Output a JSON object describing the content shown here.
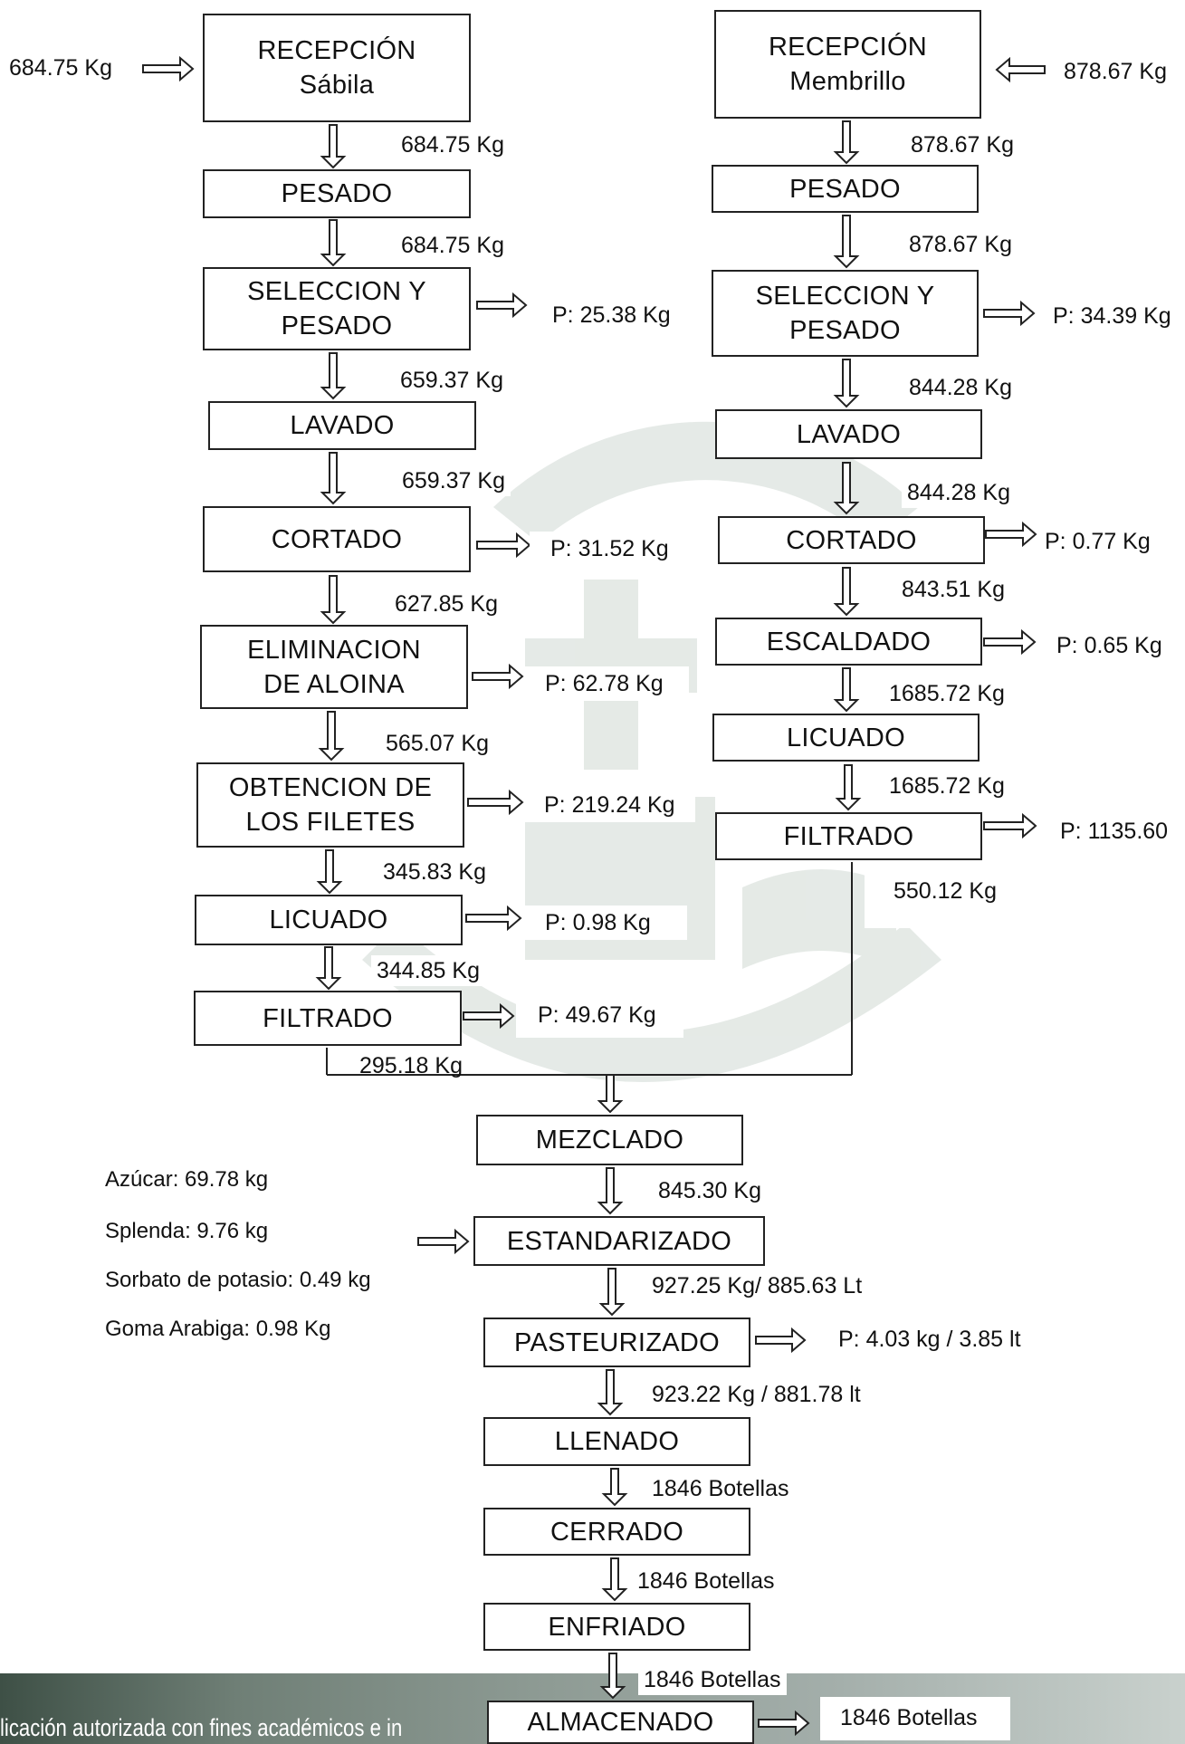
{
  "left_column": {
    "input": "684.75 Kg",
    "steps": {
      "recepcion": [
        "RECEPCIÓN",
        "Sábila"
      ],
      "pesado": "PESADO",
      "seleccion": [
        "SELECCION Y",
        "PESADO"
      ],
      "lavado": "LAVADO",
      "cortado": "CORTADO",
      "eliminacion": [
        "ELIMINACION",
        "DE ALOINA"
      ],
      "obtencion": [
        "OBTENCION DE",
        "LOS FILETES"
      ],
      "licuado": "LICUADO",
      "filtrado": "FILTRADO"
    },
    "flows": {
      "f1": "684.75 Kg",
      "f2": "684.75 Kg",
      "f3": "659.37 Kg",
      "f4": "659.37 Kg",
      "f5": "627.85 Kg",
      "f6": "565.07 Kg",
      "f7": "345.83 Kg",
      "f8": "344.85 Kg",
      "f9": "295.18 Kg"
    },
    "losses": {
      "seleccion": "P: 25.38 Kg",
      "cortado": "P: 31.52 Kg",
      "eliminacion": "P: 62.78 Kg",
      "obtencion": "P: 219.24 Kg",
      "licuado": "P: 0.98 Kg",
      "filtrado": "P: 49.67 Kg"
    }
  },
  "right_column": {
    "input": "878.67 Kg",
    "steps": {
      "recepcion": [
        "RECEPCIÓN",
        "Membrillo"
      ],
      "pesado": "PESADO",
      "seleccion": [
        "SELECCION Y",
        "PESADO"
      ],
      "lavado": "LAVADO",
      "cortado": "CORTADO",
      "escaldado": "ESCALDADO",
      "licuado": "LICUADO",
      "filtrado": "FILTRADO"
    },
    "flows": {
      "f1": "878.67 Kg",
      "f2": "878.67 Kg",
      "f3": "844.28 Kg",
      "f4": "844.28 Kg",
      "f5": "843.51 Kg",
      "f6": "1685.72 Kg",
      "f7": "1685.72 Kg",
      "f8": "550.12 Kg"
    },
    "losses": {
      "seleccion": "P: 34.39 Kg",
      "cortado": "P: 0.77 Kg",
      "escaldado": "P: 0.65 Kg",
      "filtrado": "P: 1135.60"
    }
  },
  "center_column": {
    "steps": {
      "mezclado": "MEZCLADO",
      "estandarizado": "ESTANDARIZADO",
      "pasteurizado": "PASTEURIZADO",
      "llenado": "LLENADO",
      "cerrado": "CERRADO",
      "enfriado": "ENFRIADO",
      "almacenado": "ALMACENADO"
    },
    "flows": {
      "f1": "845.30 Kg",
      "f2": "927.25 Kg/ 885.63 Lt",
      "f3": "923.22 Kg / 881.78 lt",
      "f4": "1846 Botellas",
      "f5": "1846 Botellas",
      "f6": "1846 Botellas",
      "f7": "1846 Botellas"
    },
    "losses": {
      "pasteurizado": "P: 4.03 kg / 3.85 lt"
    },
    "ingredients": [
      "Azúcar: 69.78 kg",
      "Splenda: 9.76 kg",
      "Sorbato de potasio: 0.49 kg",
      "Goma Arabiga: 0.98 Kg"
    ]
  },
  "footer": {
    "text": "licación autorizada con fines académicos e in"
  },
  "colors": {
    "line": "#222222",
    "watermark": "#d6ddd9",
    "footer": "#6f7f76"
  }
}
